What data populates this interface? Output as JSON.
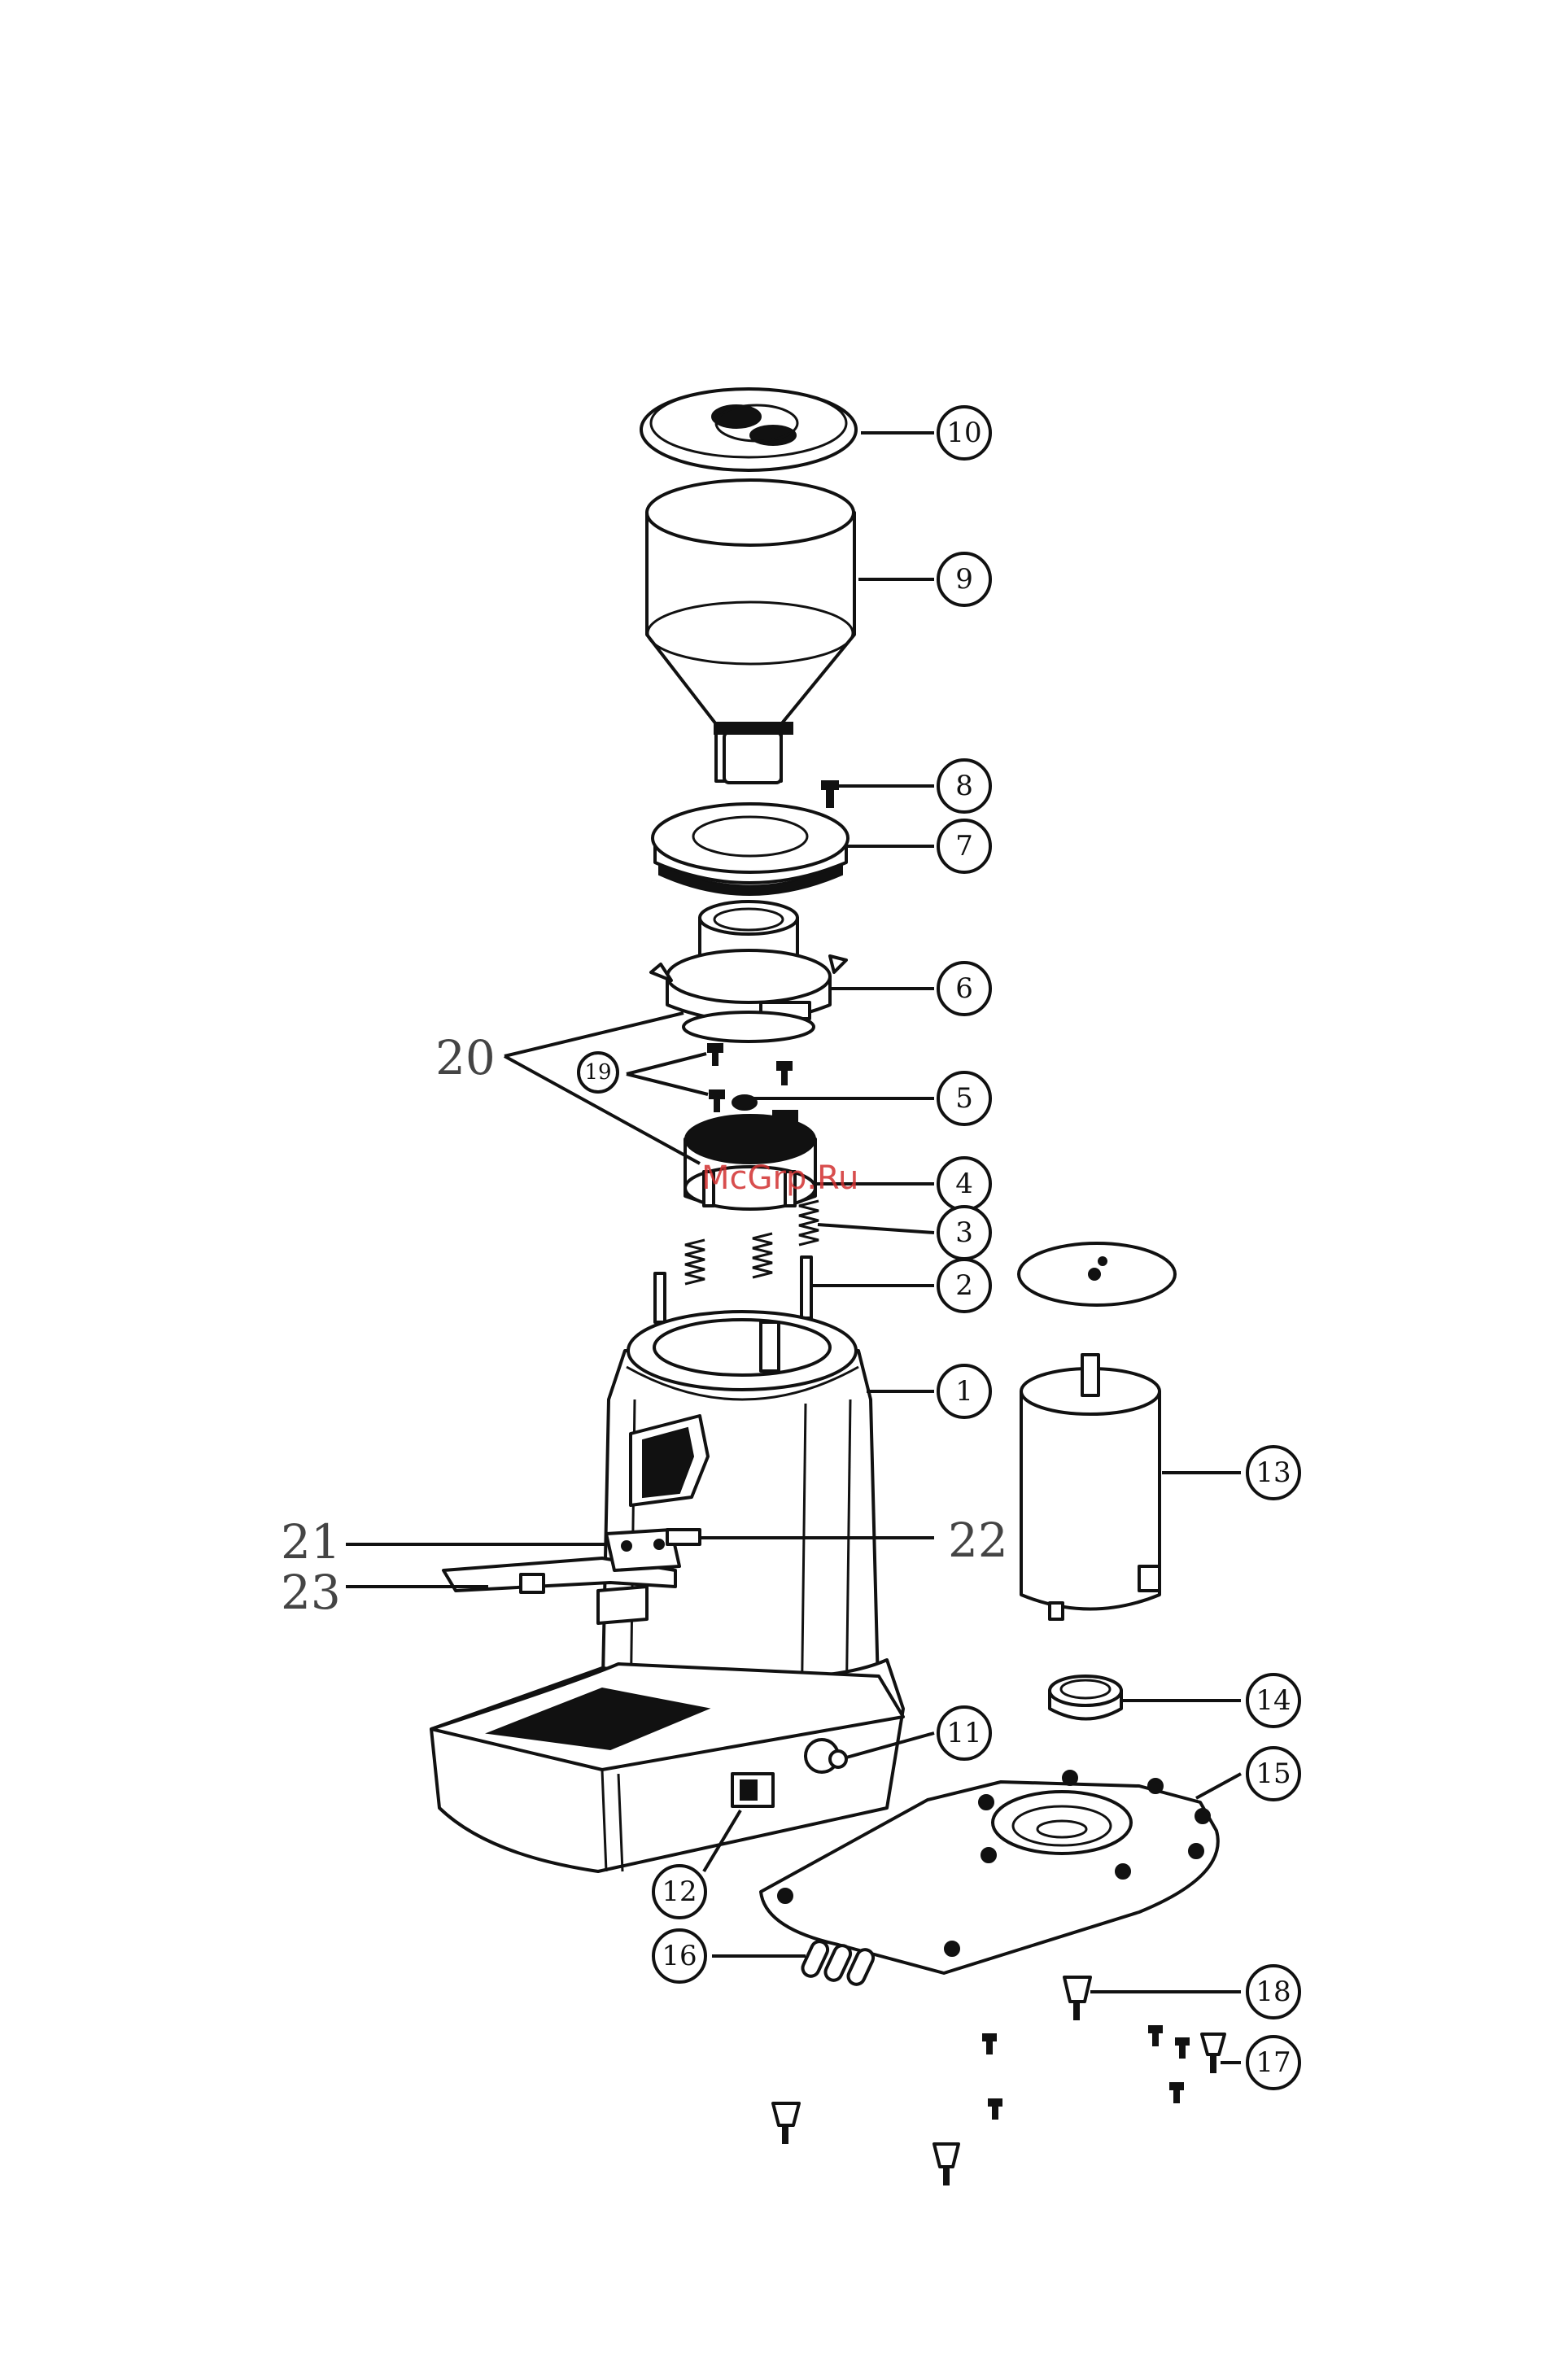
{
  "watermark": "McGrp.Ru",
  "callouts": [
    {
      "id": "10",
      "label": "10"
    },
    {
      "id": "9",
      "label": "9"
    },
    {
      "id": "8",
      "label": "8"
    },
    {
      "id": "7",
      "label": "7"
    },
    {
      "id": "6",
      "label": "6"
    },
    {
      "id": "19",
      "label": "19"
    },
    {
      "id": "5",
      "label": "5"
    },
    {
      "id": "4",
      "label": "4"
    },
    {
      "id": "3",
      "label": "3"
    },
    {
      "id": "2",
      "label": "2"
    },
    {
      "id": "1",
      "label": "1"
    },
    {
      "id": "13",
      "label": "13"
    },
    {
      "id": "14",
      "label": "14"
    },
    {
      "id": "11",
      "label": "11"
    },
    {
      "id": "15",
      "label": "15"
    },
    {
      "id": "12",
      "label": "12"
    },
    {
      "id": "16",
      "label": "16"
    },
    {
      "id": "18",
      "label": "18"
    },
    {
      "id": "17",
      "label": "17"
    }
  ],
  "plain_labels": [
    {
      "id": "20",
      "label": "20"
    },
    {
      "id": "21",
      "label": "21"
    },
    {
      "id": "22",
      "label": "22"
    },
    {
      "id": "23",
      "label": "23"
    }
  ]
}
